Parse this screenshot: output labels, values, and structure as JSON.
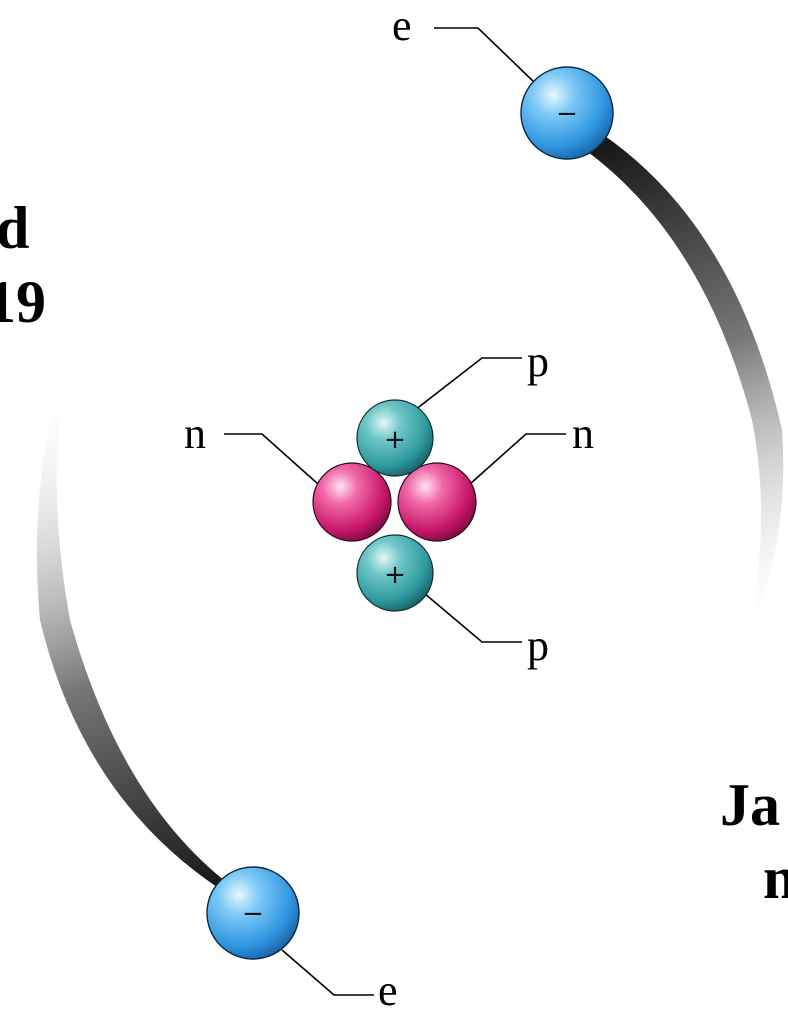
{
  "labels": {
    "electron": "e",
    "proton": "p",
    "neutron": "n"
  },
  "signs": {
    "electron": "−",
    "proton": "+"
  },
  "side_text": {
    "left_line1": "d",
    "left_line2": "19",
    "right_line1": "Ja",
    "right_line2": "n"
  },
  "colors": {
    "electron": "#3aa3ea",
    "proton": "#3aa3a8",
    "neutron": "#cc1d6e",
    "orbit_trail": "#1a1a1a"
  }
}
